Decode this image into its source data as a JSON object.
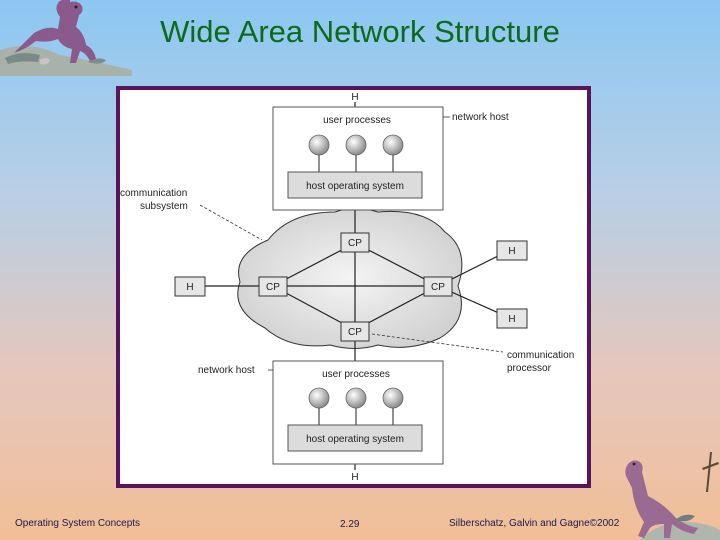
{
  "slide": {
    "title": "Wide Area Network Structure",
    "footer_left": "Operating System Concepts",
    "footer_center": "2.29",
    "footer_right": "Silberschatz, Galvin and Gagne©2002"
  },
  "decor": {
    "top_left": "dinosaur-illustration",
    "bottom_right": "dinosaur-illustration"
  },
  "diagram": {
    "label_h_top": "H",
    "label_h_bottom": "H",
    "top_host_caption": "network host",
    "bottom_host_caption": "network host",
    "user_processes_top": "user processes",
    "user_processes_bottom": "user processes",
    "host_os_top": "host operating system",
    "host_os_bottom": "host operating system",
    "comm_subsystem_line1": "communication",
    "comm_subsystem_line2": "subsystem",
    "comm_processor_line1": "communication",
    "comm_processor_line2": "processor",
    "cp_top": "CP",
    "cp_left": "CP",
    "cp_right": "CP",
    "cp_bottom": "CP",
    "h_left": "H",
    "h_right_top": "H",
    "h_right_bottom": "H"
  }
}
